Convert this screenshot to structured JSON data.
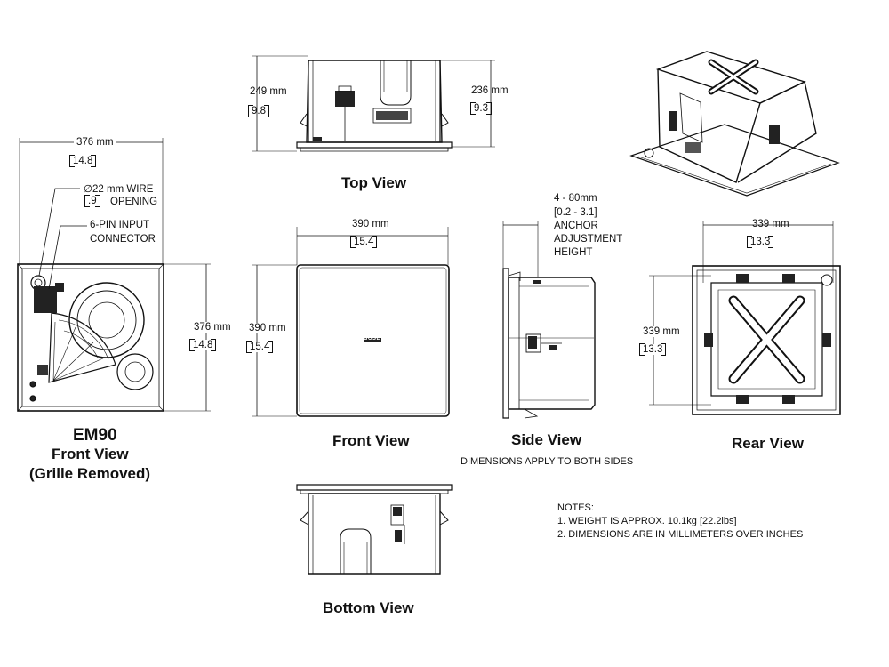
{
  "product": {
    "model": "EM90",
    "front_view_title_line1": "Front View",
    "front_view_title_line2": "(Grille Removed)"
  },
  "views": {
    "top": "Top View",
    "front": "Front View",
    "side": "Side View",
    "rear": "Rear View",
    "bottom": "Bottom View"
  },
  "dimensions": {
    "top_height_left_mm": "249 mm",
    "top_height_left_in": "9.8",
    "top_height_right_mm": "236 mm",
    "top_height_right_in": "9.3",
    "grille_width_mm": "376 mm",
    "grille_width_in": "14.8",
    "grille_height_mm": "376 mm",
    "grille_height_in": "14.8",
    "front_width_mm": "390 mm",
    "front_width_in": "15.4",
    "front_height_mm": "390 mm",
    "front_height_in": "15.4",
    "rear_width_mm": "339 mm",
    "rear_width_in": "13.3",
    "rear_height_mm": "339 mm",
    "rear_height_in": "13.3"
  },
  "callouts": {
    "wire_line1": "∅22 mm WIRE",
    "wire_in": ".9",
    "wire_line2": "OPENING",
    "connector_line1": "6-PIN INPUT",
    "connector_line2": "CONNECTOR",
    "anchor_line1": "4 - 80mm",
    "anchor_line2": "[0.2 - 3.1]",
    "anchor_line3": "ANCHOR",
    "anchor_line4": "ADJUSTMENT",
    "anchor_line5": "HEIGHT",
    "side_note": "DIMENSIONS APPLY TO BOTH SIDES"
  },
  "notes": {
    "heading": "NOTES:",
    "line1": "1. WEIGHT IS APPROX. 10.1kg [22.2lbs]",
    "line2": "2. DIMENSIONS ARE IN MILLIMETERS OVER INCHES"
  },
  "logo_text": "BOSE"
}
